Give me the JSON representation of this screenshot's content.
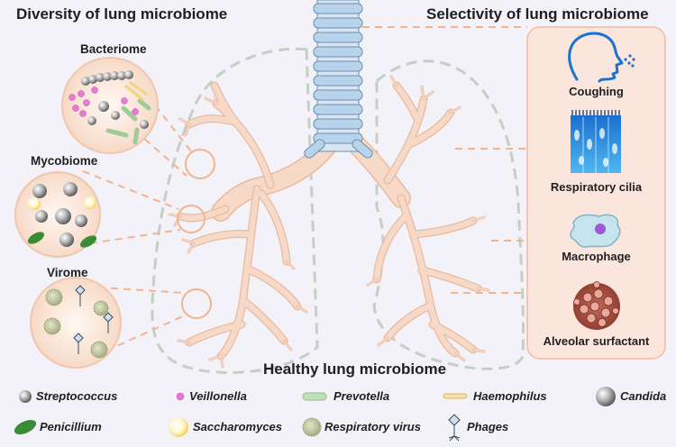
{
  "left_title": "Diversity of lung microbiome",
  "right_title": "Selectivity of lung microbiome",
  "center_caption": "Healthy lung microbiome",
  "panels": {
    "bacteriome": "Bacteriome",
    "mycobiome": "Mycobiome",
    "virome": "Virome"
  },
  "defenses": [
    {
      "label": "Coughing",
      "icon": "coughing-head-icon"
    },
    {
      "label": "Respiratory cilia",
      "icon": "cilia-icon"
    },
    {
      "label": "Macrophage",
      "icon": "macrophage-icon"
    },
    {
      "label": "Alveolar surfactant",
      "icon": "alveolus-icon"
    }
  ],
  "legend": [
    {
      "label": "Streptococcus",
      "icon": "gray-sphere-icon"
    },
    {
      "label": "Veillonella",
      "icon": "pink-dot-icon"
    },
    {
      "label": "Prevotella",
      "icon": "green-rod-icon"
    },
    {
      "label": "Haemophilus",
      "icon": "yellow-rod-icon"
    },
    {
      "label": "Candida",
      "icon": "gray-cell-icon"
    },
    {
      "label": "Penicillium",
      "icon": "green-spore-icon"
    },
    {
      "label": "Saccharomyces",
      "icon": "yeast-icon"
    },
    {
      "label": "Respiratory virus",
      "icon": "spiky-virus-icon"
    },
    {
      "label": "Phages",
      "icon": "phage-icon"
    }
  ],
  "colors": {
    "background": "#f3f2f8",
    "airway": "#f7d9c8",
    "airway_edge": "#e9b9a0",
    "trachea": "#b9d3ea",
    "panel_fill": "#fbe6dd",
    "panel_edge": "#f3b9a2",
    "dashed_lung": "#c4cfc6",
    "connector": "#f1b48e"
  }
}
